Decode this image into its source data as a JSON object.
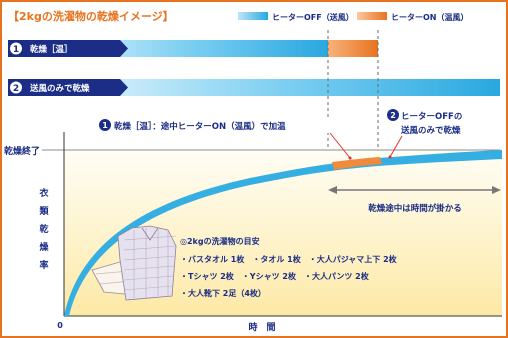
{
  "header": {
    "title": "【2kgの洗濯物の乾燥イメージ】",
    "legend": [
      {
        "label": "ヒーターOFF（送風）",
        "color": "#29a8e0"
      },
      {
        "label": "ヒーターON（温風）",
        "color": "#f08a3c"
      }
    ]
  },
  "steps": [
    {
      "number": "1",
      "label": "乾燥［温］"
    },
    {
      "number": "2",
      "label": "送風のみで乾燥"
    }
  ],
  "annotations": {
    "step1": {
      "number": "1",
      "text": "乾燥［温］：途中ヒーターON（温風）で加温"
    },
    "step2": {
      "number": "2",
      "line1": "ヒーターOFFの",
      "line2": "送風のみで乾燥"
    },
    "finish": "乾燥終了",
    "duration": "乾燥途中は時間が掛かる"
  },
  "axes": {
    "y_label": [
      "衣",
      "類",
      "乾",
      "燥",
      "率"
    ],
    "x_label": "時　間",
    "origin": "0"
  },
  "laundry_box": {
    "title": "◎2kgの洗濯物の目安",
    "lines": [
      "・バスタオル 1枚　・タオル 1枚　・大人パジャマ上下 2枚",
      "・Tシャツ 2枚　・Yシャツ 2枚　・大人パンツ 2枚",
      "・大人靴下 2足（4枚）"
    ]
  },
  "colors": {
    "accent_orange": "#e8731f",
    "navy": "#1b2d86",
    "sky": "#29a8e0",
    "cream": "#fdf0b8"
  }
}
